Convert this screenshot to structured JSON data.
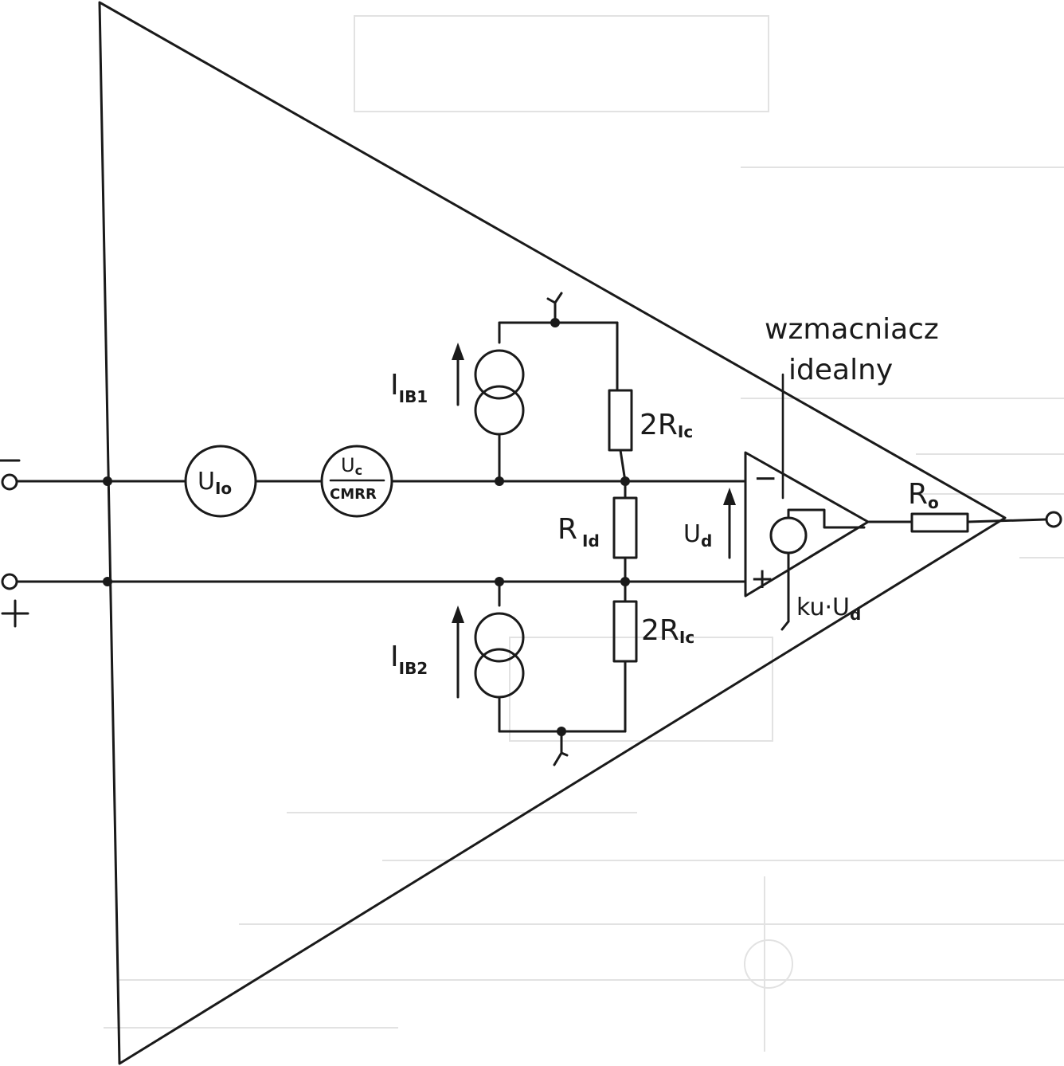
{
  "labels": {
    "ideal_amp_line1": "wzmacniacz",
    "ideal_amp_line2": "idealny",
    "minus_terminal": "−",
    "plus_terminal": "+",
    "opamp_minus": "−",
    "opamp_plus": "+",
    "ib1_main": "I",
    "ib1_sub": "IB1",
    "ib2_main": "I",
    "ib2_sub": "IB2",
    "uio_main": "U",
    "uio_sub": "Io",
    "uc_num_main": "U",
    "uc_num_sub": "c",
    "uc_den": "CMRR",
    "r_ic_top_main": "2R",
    "r_ic_top_sub": "Ic",
    "r_ic_bot_main": "2R",
    "r_ic_bot_sub": "Ic",
    "r_id_main": "R",
    "r_id_sub": "Id",
    "ud_main": "U",
    "ud_sub": "d",
    "ku_ud_main": "ku·U",
    "ku_ud_sub": "d",
    "ro_main": "R",
    "ro_sub": "o"
  },
  "colors": {
    "ink": "#1a1a1a",
    "paper": "#ffffff"
  }
}
